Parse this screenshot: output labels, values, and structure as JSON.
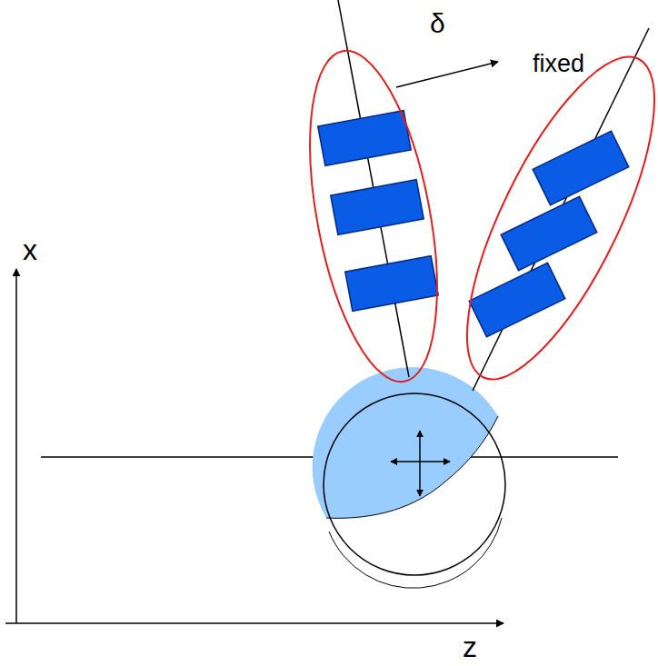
{
  "diagram": {
    "labels": [
      "x",
      "z",
      "δ",
      "fixed"
    ]
  }
}
